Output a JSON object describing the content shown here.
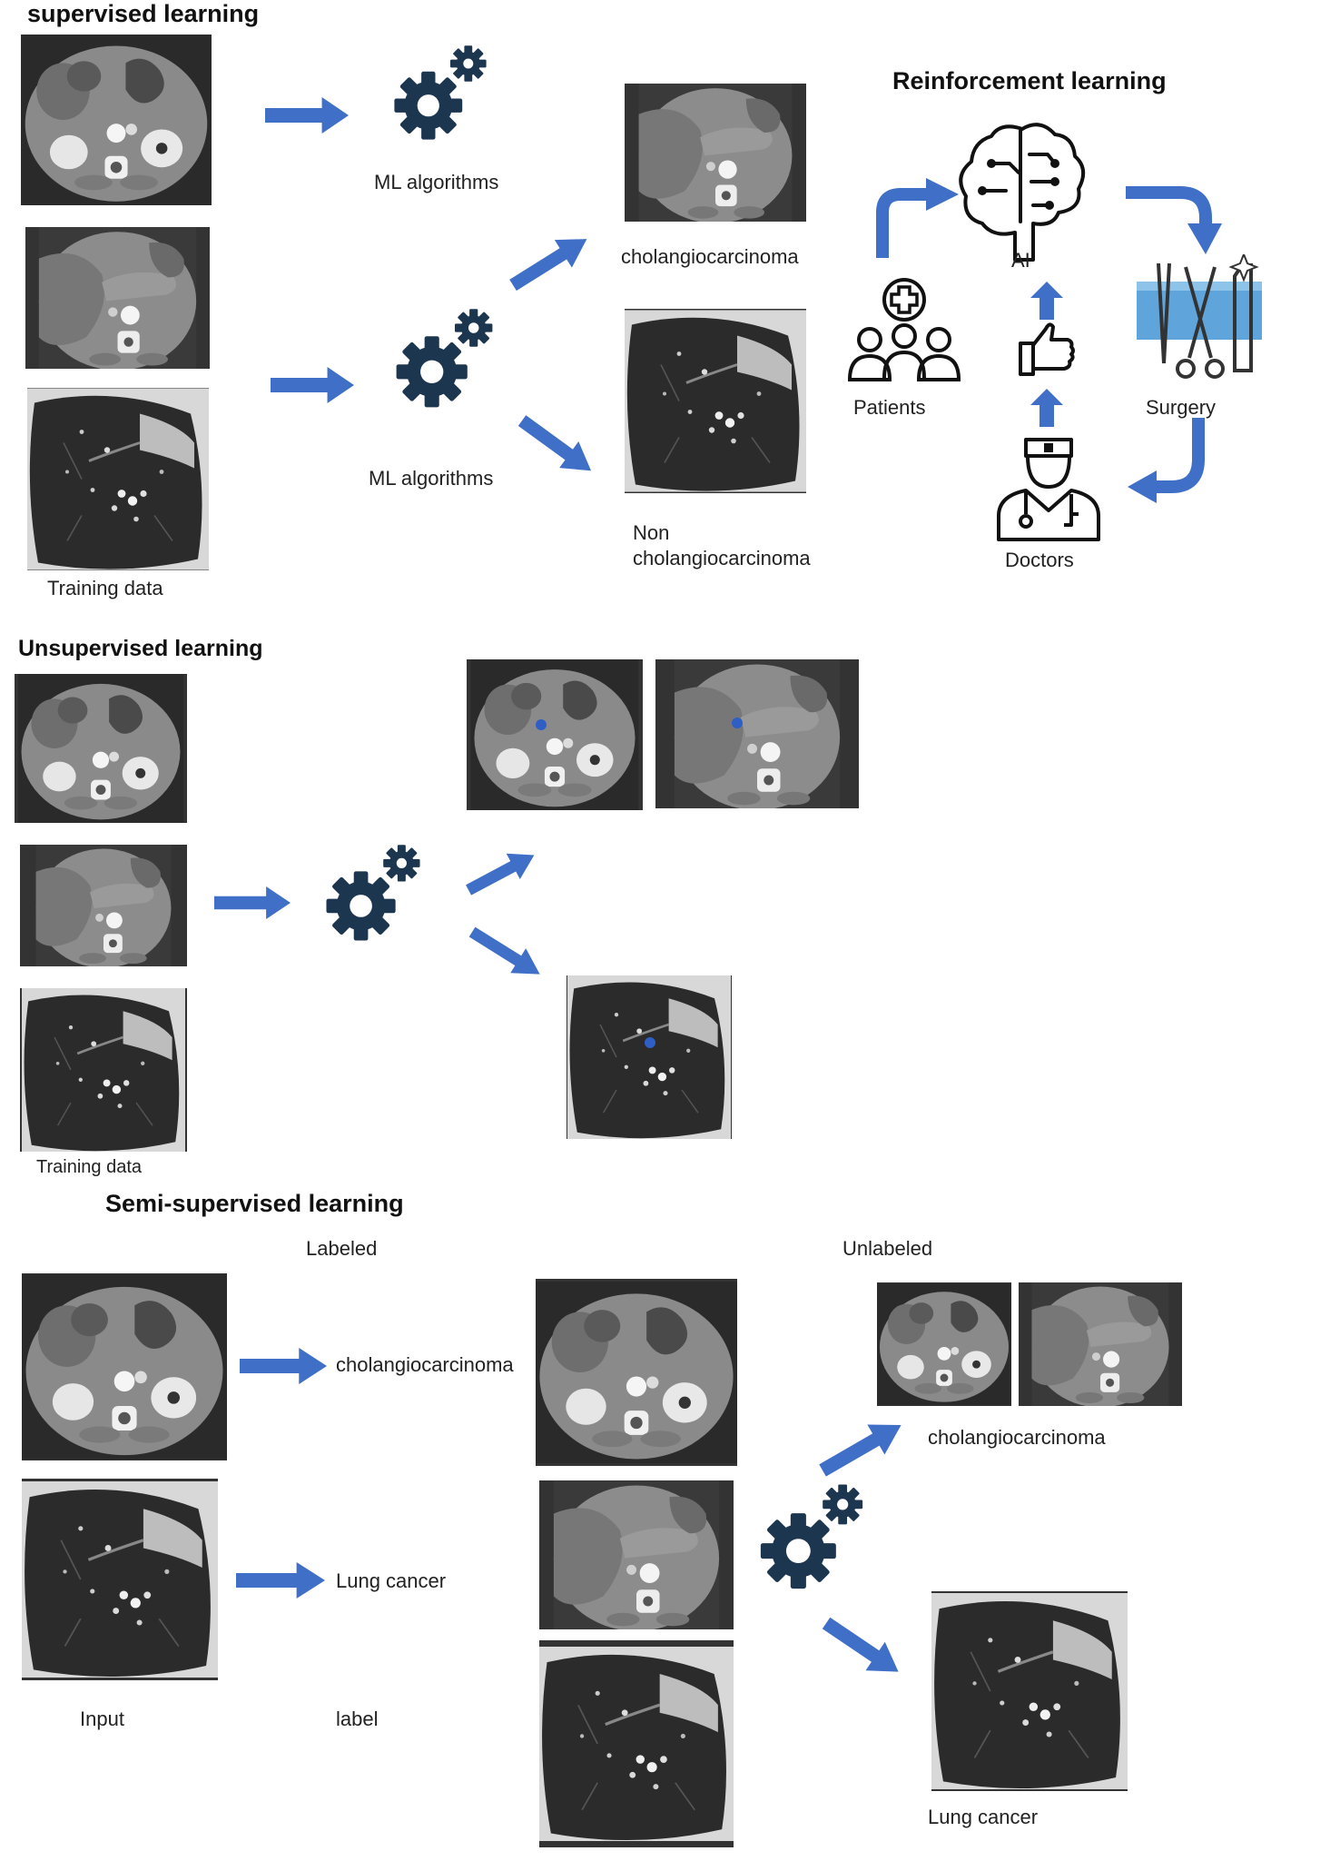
{
  "supervised": {
    "title": "supervised learning",
    "ml_label_top": "ML algorithms",
    "ml_label_bottom": "ML algorithms",
    "output_positive": "cholangiocarcinoma",
    "output_negative_line1": "Non",
    "output_negative_line2": "cholangiocarcinoma",
    "training_label": "Training data"
  },
  "reinforcement": {
    "title": "Reinforcement learning",
    "ai_label": "AI",
    "patients_label": "Patients",
    "surgery_label": "Surgery",
    "doctors_label": "Doctors"
  },
  "unsupervised": {
    "title": "Unsupervised learning",
    "training_label": "Training data"
  },
  "semi_supervised": {
    "title": "Semi-supervised learning",
    "labeled_label": "Labeled",
    "unlabeled_label": "Unlabeled",
    "label_cholangio": "cholangiocarcinoma",
    "label_lung": "Lung cancer",
    "input_label": "Input",
    "label_label": "label",
    "out_cholangio": "cholangiocarcinoma",
    "out_lung": "Lung cancer"
  },
  "colors": {
    "arrow": "#3f6fc6",
    "gear": "#1d3650",
    "icon": "#111111"
  }
}
